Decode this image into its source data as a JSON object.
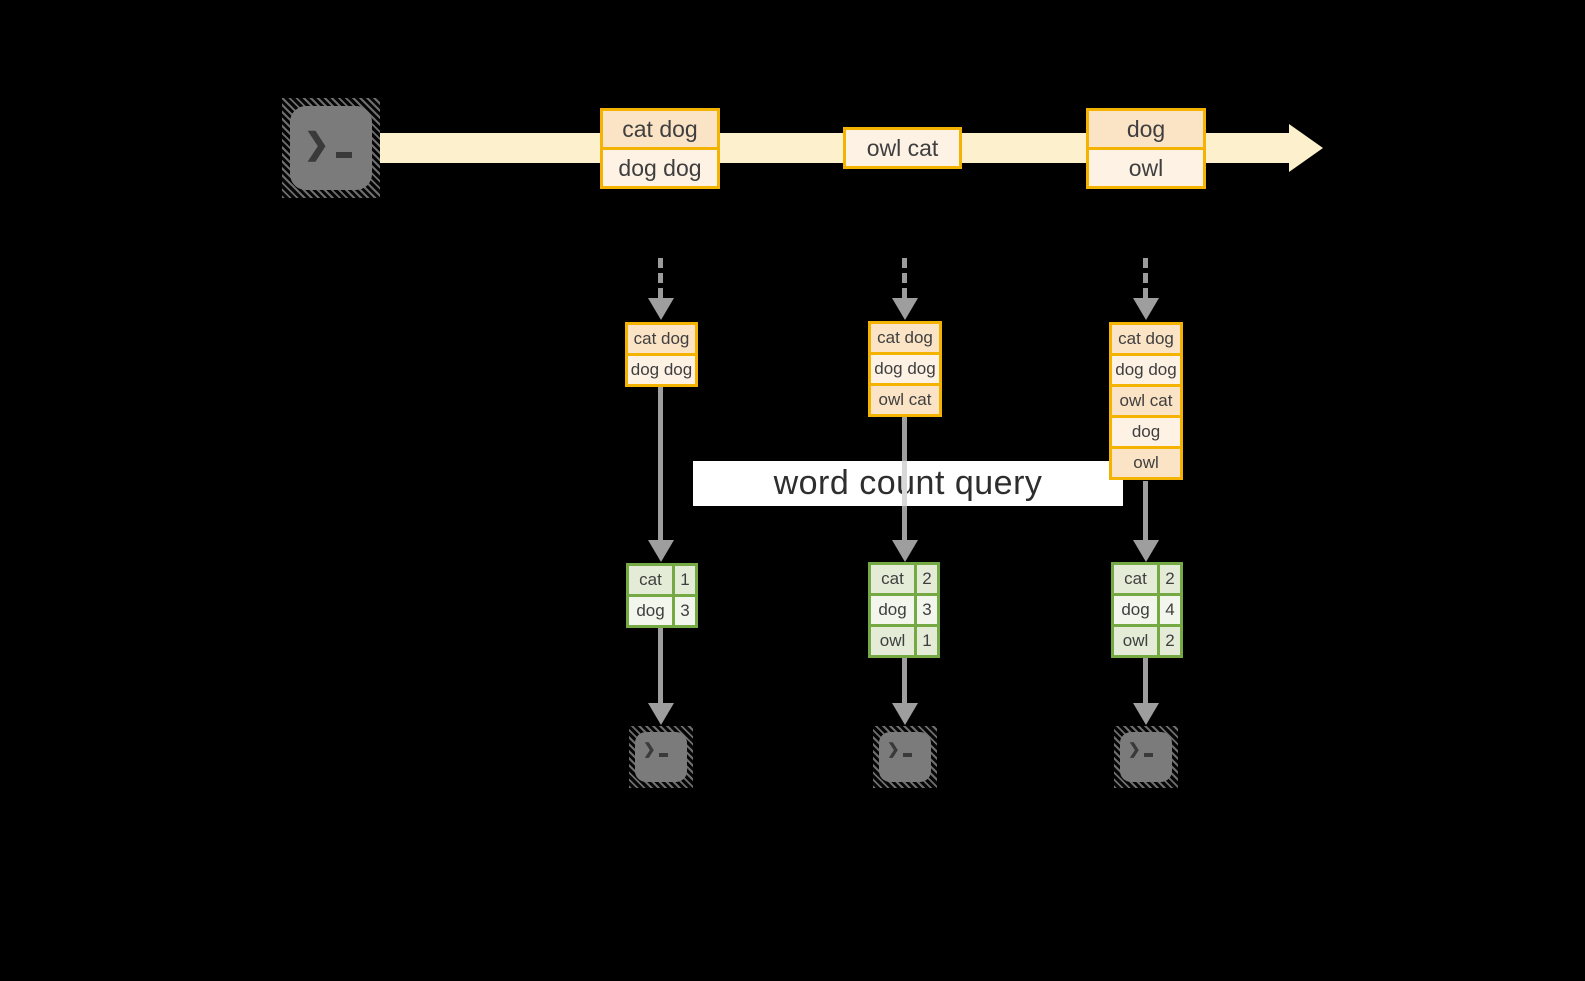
{
  "banner": {
    "label": "word count query"
  },
  "stream": {
    "source_icon": "terminal-prompt-icon",
    "prompt_glyph": "❯",
    "events": [
      {
        "lines": [
          "cat dog",
          "dog dog"
        ]
      },
      {
        "lines": [
          "owl cat"
        ]
      },
      {
        "lines": [
          "dog",
          "owl"
        ]
      }
    ]
  },
  "columns": [
    {
      "batch": [
        "cat dog",
        "dog dog"
      ],
      "counts": [
        {
          "word": "cat",
          "count": "1"
        },
        {
          "word": "dog",
          "count": "3"
        }
      ]
    },
    {
      "batch": [
        "cat dog",
        "dog dog",
        "owl cat"
      ],
      "counts": [
        {
          "word": "cat",
          "count": "2"
        },
        {
          "word": "dog",
          "count": "3"
        },
        {
          "word": "owl",
          "count": "1"
        }
      ]
    },
    {
      "batch": [
        "cat dog",
        "dog dog",
        "owl cat",
        "dog",
        "owl"
      ],
      "counts": [
        {
          "word": "cat",
          "count": "2"
        },
        {
          "word": "dog",
          "count": "4"
        },
        {
          "word": "owl",
          "count": "2"
        }
      ]
    }
  ],
  "colors": {
    "background": "#000000",
    "stream_band": "#fdf1cd",
    "box_border": "#f5b301",
    "cell_peach": "#fbe3c6",
    "cell_cream": "#fdf2e4",
    "table_border": "#74a944",
    "row_dark": "#e4ecd8",
    "row_light": "#f2f6ed",
    "arrow_gray": "#9e9e9e",
    "terminal_gray": "#7b7b7b",
    "banner_bg": "#ffffff"
  }
}
